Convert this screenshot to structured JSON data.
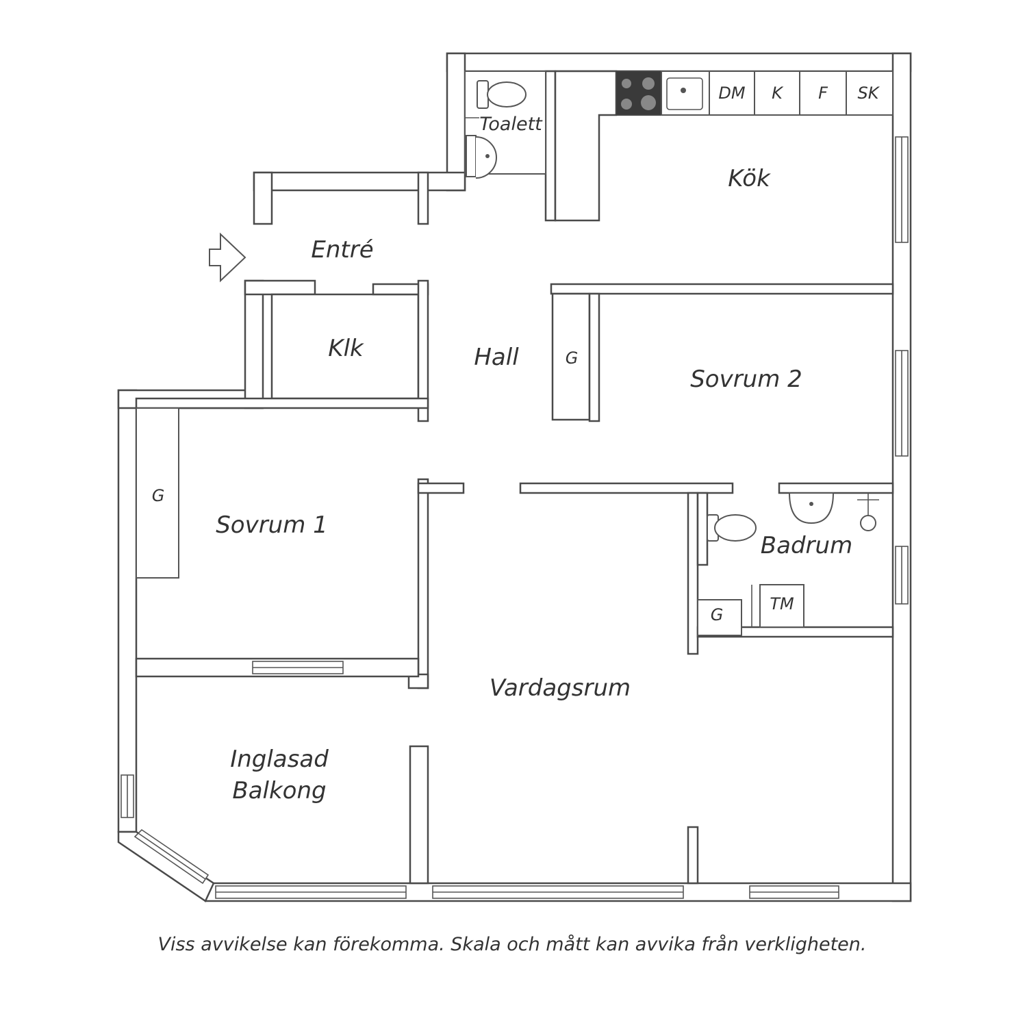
{
  "rooms": {
    "entre": "Entré",
    "toalett": "Toalett",
    "kok": "Kök",
    "klk": "Klk",
    "hall": "Hall",
    "sovrum2": "Sovrum 2",
    "sovrum1": "Sovrum 1",
    "badrum": "Badrum",
    "vardagsrum": "Vardagsrum",
    "balkong_line1": "Inglasad",
    "balkong_line2": "Balkong"
  },
  "appliances": {
    "dm": "DM",
    "k": "K",
    "f": "F",
    "sk": "SK",
    "tm": "TM",
    "g": "G"
  },
  "caption": "Viss avvikelse kan förekomma. Skala och mått kan avvika från verkligheten."
}
